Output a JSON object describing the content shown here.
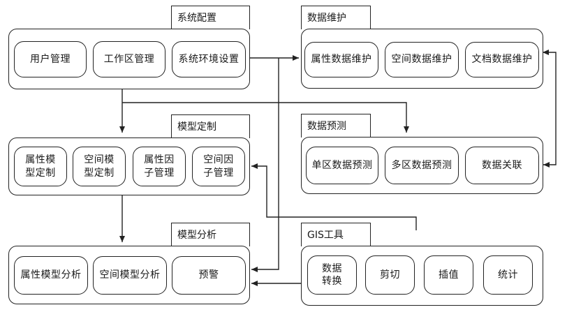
{
  "groups": {
    "system_config": {
      "title": "系统配置",
      "items": [
        "用户管理",
        "工作区管理",
        "系统环境设置"
      ]
    },
    "data_maintenance": {
      "title": "数据维护",
      "items": [
        "属性数据维护",
        "空间数据维护",
        "文档数据维护"
      ]
    },
    "model_custom": {
      "title": "模型定制",
      "items": [
        "属性模\n型定制",
        "空间模\n型定制",
        "属性因\n子管理",
        "空间因\n子管理"
      ]
    },
    "data_forecast": {
      "title": "数据预测",
      "items": [
        "单区数据预测",
        "多区数据预测",
        "数据关联"
      ]
    },
    "model_analysis": {
      "title": "模型分析",
      "items": [
        "属性模型分析",
        "空间模型分析",
        "预警"
      ]
    },
    "gis_tools": {
      "title": "GIS工具",
      "items": [
        "数据\n转换",
        "剪切",
        "插值",
        "统计"
      ]
    }
  }
}
